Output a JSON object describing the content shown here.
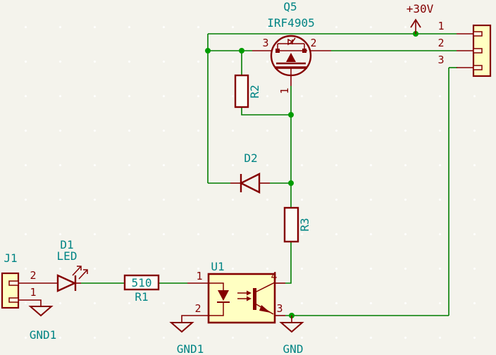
{
  "schematic": {
    "components": {
      "q5": {
        "ref": "Q5",
        "value": "IRF4905",
        "pins": {
          "source": "3",
          "drain": "2",
          "gate": "1"
        }
      },
      "r1": {
        "ref": "R1",
        "value": "510"
      },
      "r2": {
        "ref": "R2"
      },
      "r3": {
        "ref": "R3"
      },
      "d1": {
        "ref": "D1",
        "value": "LED"
      },
      "d2": {
        "ref": "D2"
      },
      "u1": {
        "ref": "U1",
        "pins": {
          "p1": "1",
          "p2": "2",
          "p3": "3",
          "p4": "4"
        }
      },
      "j1": {
        "ref": "J1",
        "pins": {
          "p1": "1",
          "p2": "2"
        }
      },
      "conn_right": {
        "pins": {
          "p1": "1",
          "p2": "2",
          "p3": "3"
        }
      }
    },
    "power": {
      "rail": "+30V",
      "gnd_j1": "GND1",
      "gnd_u1_input": "GND1",
      "gnd_u1_output": "GND"
    },
    "colors": {
      "background": "#F4F3EC",
      "wire": "#007D00",
      "junction": "#009C00",
      "symbol_outline": "#840000",
      "symbol_fill": "#FFFFC2",
      "component_fill": "#FDFDF6",
      "reference_text": "#008484",
      "pin_number_text": "#840000"
    }
  }
}
